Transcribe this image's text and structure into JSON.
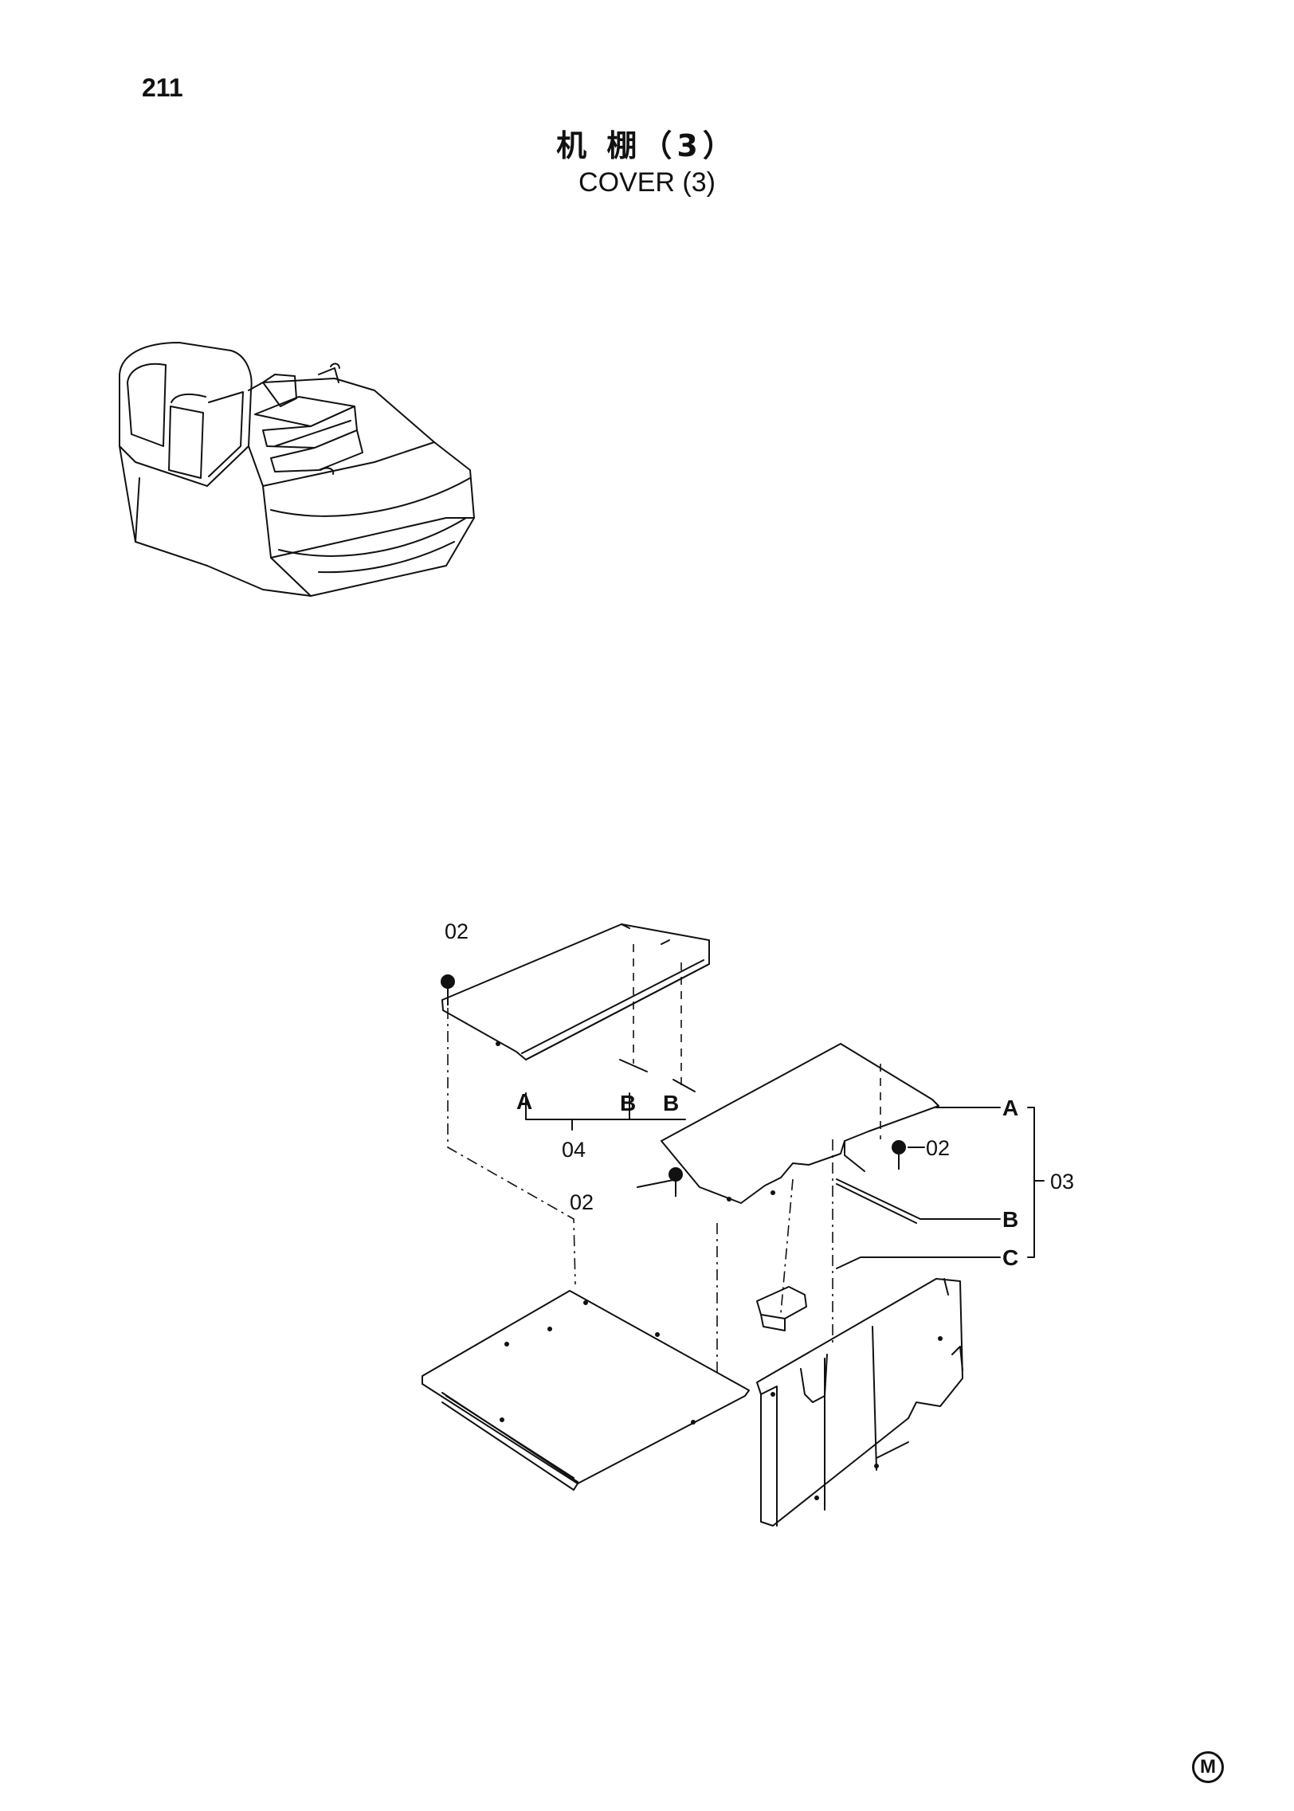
{
  "page": {
    "number": "211",
    "title_cn": "机 棚（3）",
    "title_en": "COVER (3)",
    "corner_mark": "M"
  },
  "callouts": {
    "left_bolt": "02",
    "mid_bolt": "02",
    "right_bolt": "02",
    "left_assembly": "04",
    "right_assembly": "03",
    "left_A": "A",
    "left_B1": "B",
    "left_B2": "B",
    "right_A": "A",
    "right_B": "B",
    "right_C": "C"
  }
}
